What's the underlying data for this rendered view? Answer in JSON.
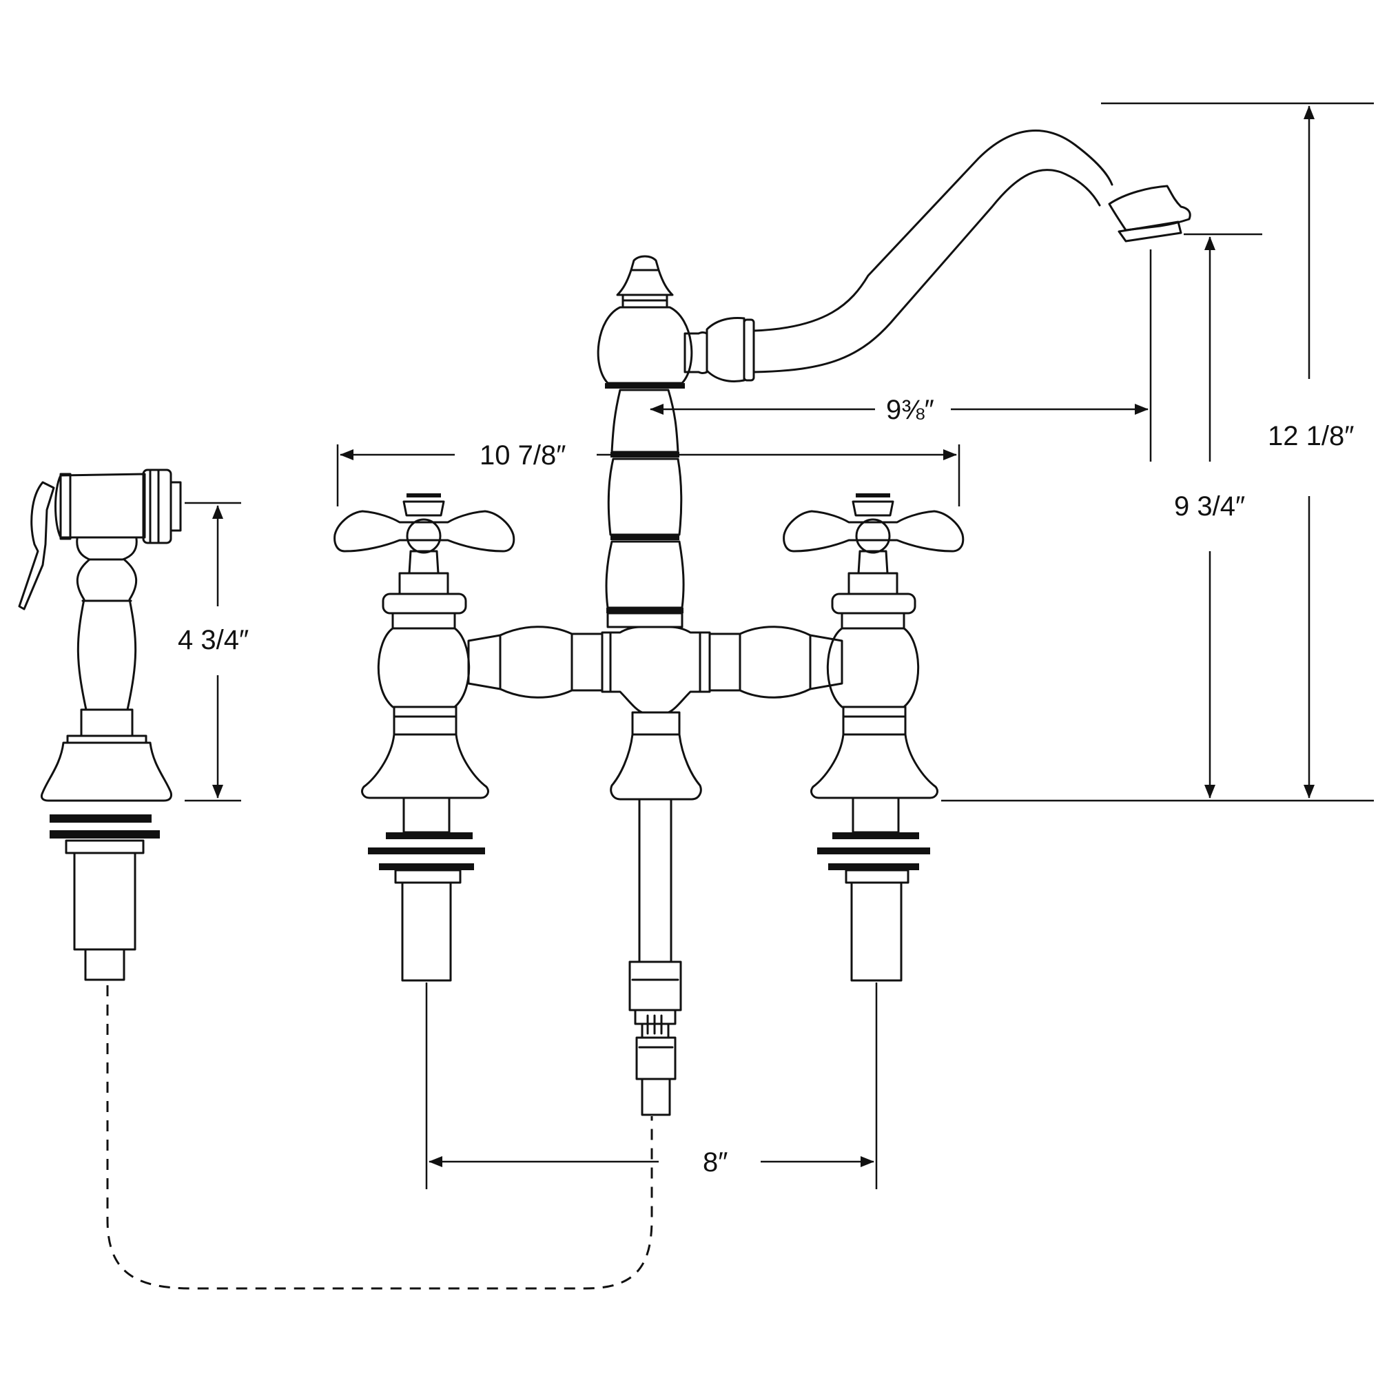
{
  "dimensions": {
    "spout_reach": "9⅜″",
    "overall_width": "10 7/8″",
    "spout_height": "9 3/4″",
    "overall_height": "12 1/8″",
    "sprayer_height": "4 3/4″",
    "center_spacing": "8″"
  }
}
